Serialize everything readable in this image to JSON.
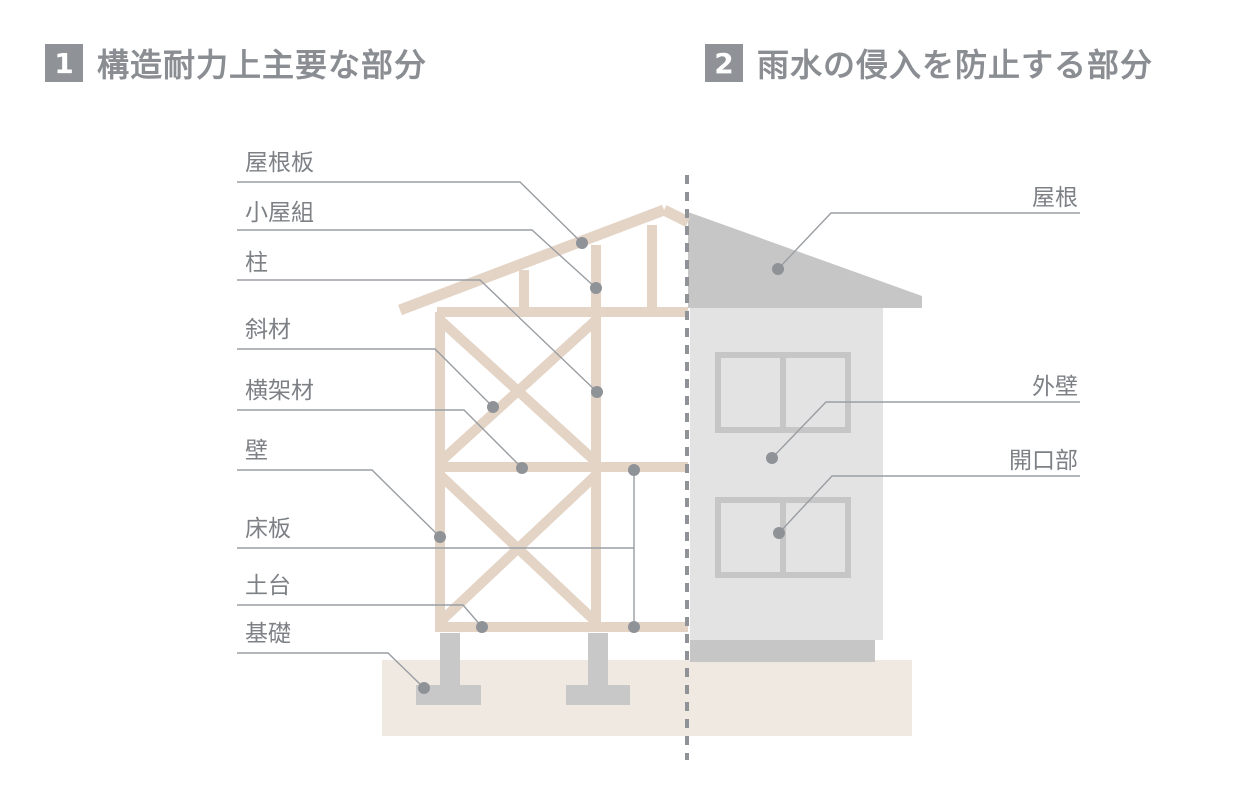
{
  "sections": [
    {
      "number": "1",
      "title": "構造耐力上主要な部分"
    },
    {
      "number": "2",
      "title": "雨水の侵入を防止する部分"
    }
  ],
  "structural_labels": [
    "屋根板",
    "小屋組",
    "柱",
    "斜材",
    "横架材",
    "壁",
    "床板",
    "土台",
    "基礎"
  ],
  "waterproof_labels": [
    "屋根",
    "外壁",
    "開口部"
  ],
  "colors": {
    "frame": "#e4d4c6",
    "exterior_wall": "#e3e3e4",
    "roof": "#c6c6c7",
    "ground": "#efe9e2",
    "foundation": "#c8c8c8",
    "leader_line": "#9a9ea3",
    "dot": "#8f9398"
  }
}
